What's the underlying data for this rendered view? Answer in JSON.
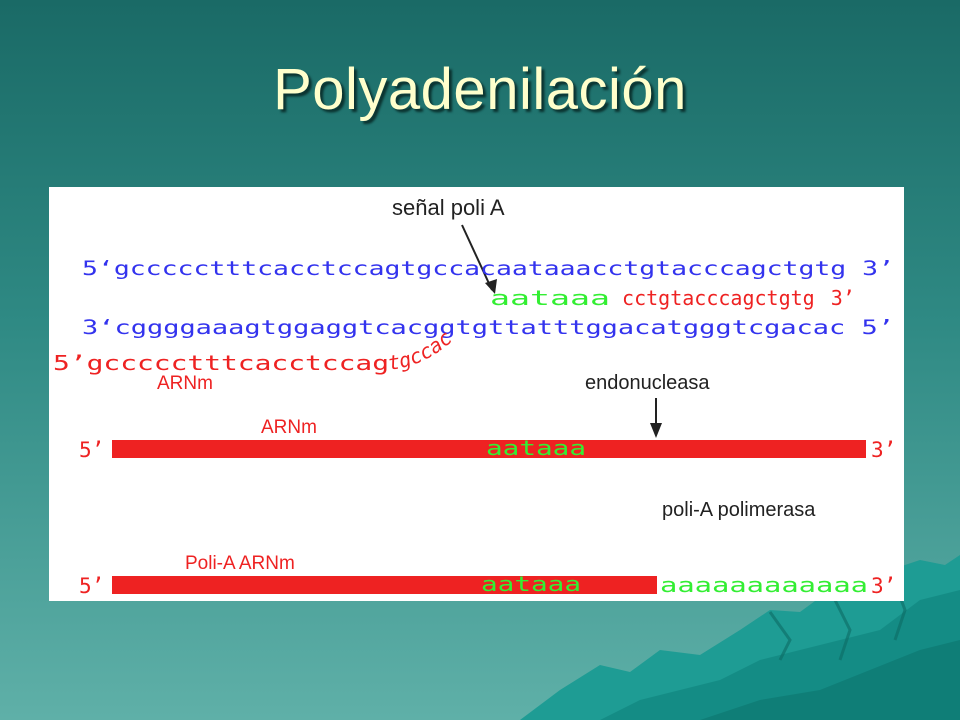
{
  "slide": {
    "title": "Polyadenilación"
  },
  "colors": {
    "blue": "#3333ee",
    "red": "#ee2222",
    "green": "#33ee33",
    "dark": "#222222",
    "background": "#1f7470",
    "title": "#ffffcc"
  },
  "diagram": {
    "signal_label": "señal poli A",
    "top_strand": "5‘gccccctttcacctccagtgccacaataaacctgtacccagctgtg 3’",
    "cleaved_green": "aataaa",
    "cleaved_red": "cctgtacccagctgtg",
    "cleaved_end": "3’",
    "bottom_strand": "3‘cggggaaagtggaggtcacggtgttatttggacatgggtcgacac 5’",
    "rna_start": "5’gccccctttcacctccag",
    "rna_curve": "tgccac",
    "arnm_label_1": "ARNm",
    "endonuclease_label": "endonucleasa",
    "arnm_label_2": "ARNm",
    "bar1_5prime": "5’",
    "bar1_signal": "aataaa",
    "bar1_3prime": "3’",
    "polymerase_label": "poli-A polimerasa",
    "polia_label": "Poli-A ARNm",
    "bar2_5prime": "5’",
    "bar2_signal": "aataaa",
    "bar2_tail": "aaaaaaaaaaaa",
    "bar2_3prime": "3’"
  }
}
